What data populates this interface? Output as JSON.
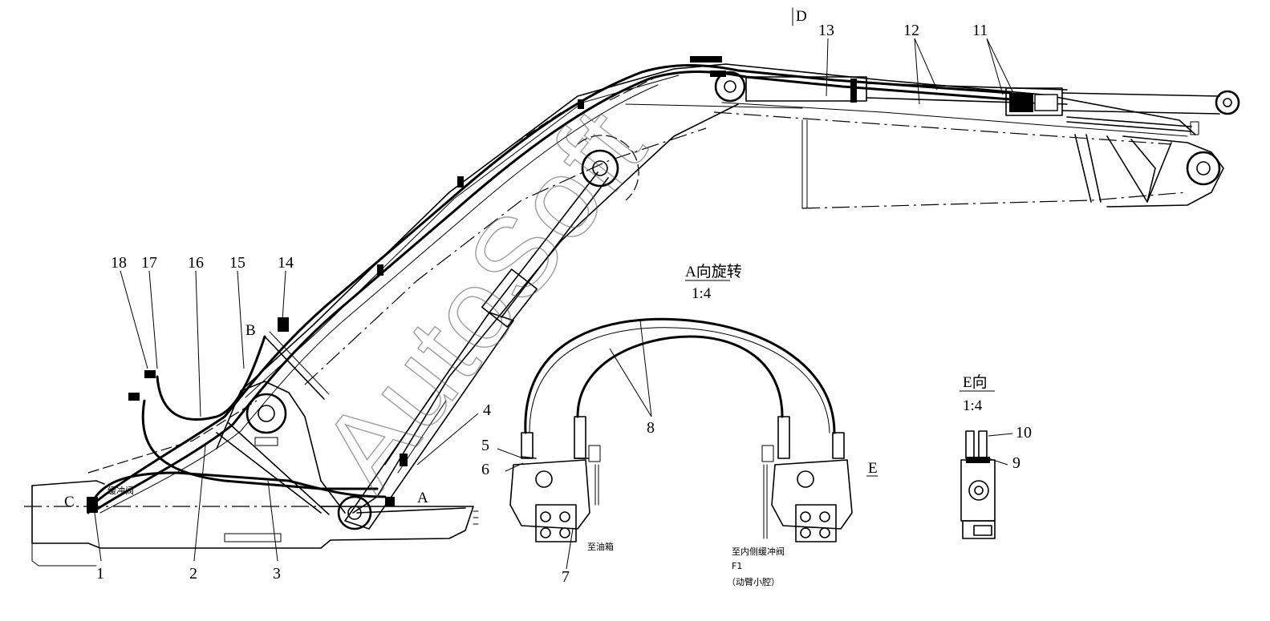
{
  "watermark": "AutoSoft",
  "view_labels": {
    "a_title": "A向旋转",
    "a_scale": "1:4",
    "e_title": "E向",
    "e_scale": "1:4"
  },
  "section_letters": {
    "a": "A",
    "b": "B",
    "c": "C",
    "d": "D",
    "e": "E"
  },
  "callouts": [
    "1",
    "2",
    "3",
    "4",
    "5",
    "6",
    "7",
    "8",
    "9",
    "10",
    "11",
    "12",
    "13",
    "14",
    "15",
    "16",
    "17",
    "18"
  ],
  "notes": {
    "buffer_valve": "缓冲阀",
    "to_tank": "至油箱",
    "to_inner_valve": "至内侧缓冲阀",
    "f1": "F1",
    "boom_small_chamber": "（动臂小腔）"
  }
}
